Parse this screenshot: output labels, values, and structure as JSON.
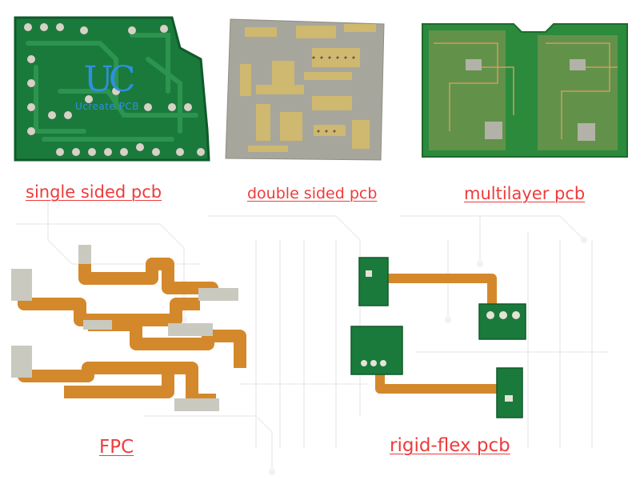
{
  "labels": {
    "single": "single sided pcb",
    "double": "double sided pcb",
    "multilayer": "multilayer pcb",
    "fpc": "FPC",
    "rigid_flex": "rigid-flex pcb"
  },
  "watermark": {
    "mark": "UC",
    "text": "Ucreate PCB"
  },
  "colors": {
    "label_red": "#ee3b3b",
    "board_green": "#1a7a3c",
    "board_green_dark": "#0f5a2a",
    "pad_silver": "#d9d0c6",
    "substrate_gray": "#a6a69c",
    "gold": "#cfb870",
    "flex_orange": "#d4882c",
    "watermark_blue": "#2f8fe0"
  }
}
